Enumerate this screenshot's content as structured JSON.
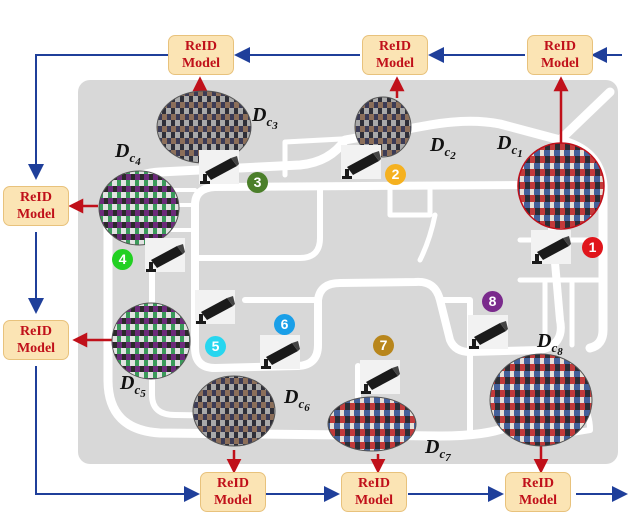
{
  "reid": {
    "label_line1": "ReID",
    "label_line2": "Model"
  },
  "domains": [
    {
      "id": "c1",
      "base": "D",
      "sub": "c",
      "index": "1"
    },
    {
      "id": "c2",
      "base": "D",
      "sub": "c",
      "index": "2"
    },
    {
      "id": "c3",
      "base": "D",
      "sub": "c",
      "index": "3"
    },
    {
      "id": "c4",
      "base": "D",
      "sub": "c",
      "index": "4"
    },
    {
      "id": "c5",
      "base": "D",
      "sub": "c",
      "index": "5"
    },
    {
      "id": "c6",
      "base": "D",
      "sub": "c",
      "index": "6"
    },
    {
      "id": "c7",
      "base": "D",
      "sub": "c",
      "index": "7"
    },
    {
      "id": "c8",
      "base": "D",
      "sub": "c",
      "index": "8"
    }
  ],
  "cameras": [
    {
      "number": "1",
      "color": "#e0151b"
    },
    {
      "number": "2",
      "color": "#f5b120"
    },
    {
      "number": "3",
      "color": "#4b7f2a"
    },
    {
      "number": "4",
      "color": "#22d022"
    },
    {
      "number": "5",
      "color": "#27d6ef"
    },
    {
      "number": "6",
      "color": "#1a9fe8"
    },
    {
      "number": "7",
      "color": "#b8861c"
    },
    {
      "number": "8",
      "color": "#7a2a8c"
    }
  ],
  "colors": {
    "arrow_blue": "#1f3f9a",
    "arrow_red": "#c0101a",
    "map_bg": "#d8d8d8",
    "road": "#ffffff",
    "reid_fill": "#fbe4b4"
  }
}
